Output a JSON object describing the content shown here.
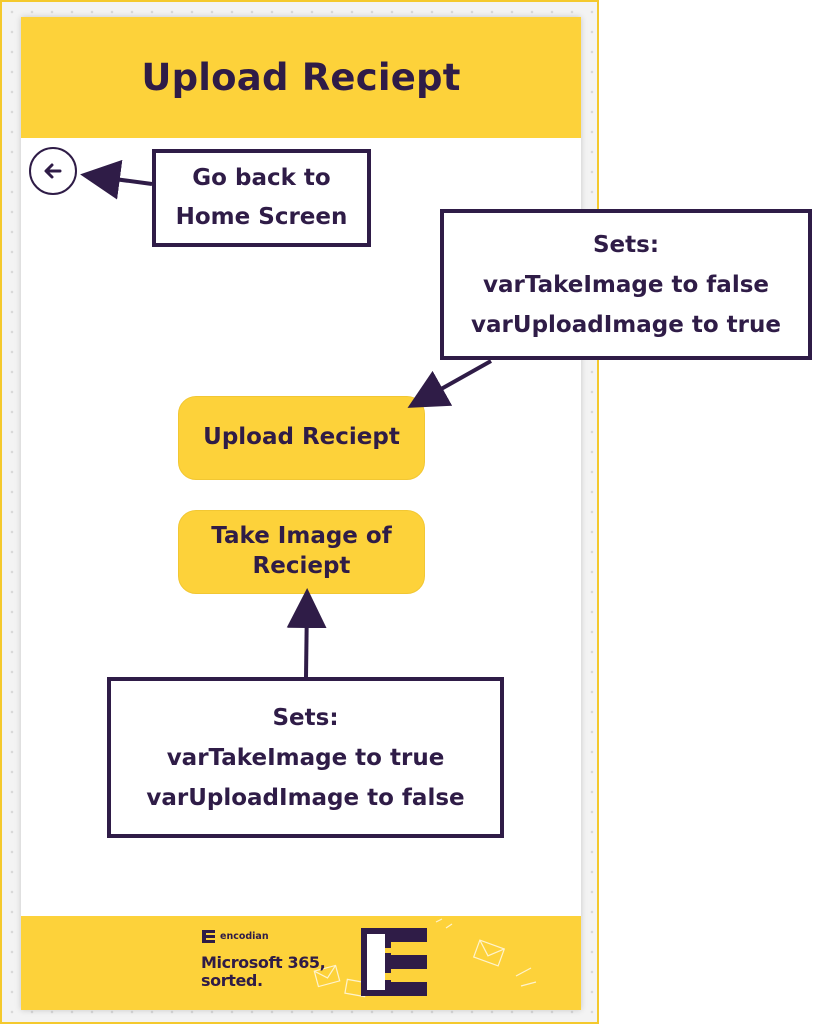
{
  "app": {
    "screen_title": "Upload Reciept"
  },
  "buttons": {
    "upload_label": "Upload Reciept",
    "take_image_label": "Take Image of Reciept"
  },
  "annotations": {
    "back": [
      "Go back to",
      "Home Screen"
    ],
    "upload": [
      "Sets:",
      "varTakeImage to false",
      "varUploadImage to true"
    ],
    "take": [
      "Sets:",
      "varTakeImage to true",
      "varUploadImage to false"
    ]
  },
  "footer": {
    "brand": "encodian",
    "tagline_line1": "Microsoft 365,",
    "tagline_line2": "sorted."
  },
  "icons": {
    "back": "arrow-left-circle-icon",
    "logo": "encodian-logo"
  },
  "colors": {
    "accent_yellow": "#fdd23a",
    "ink_purple": "#2f1c47",
    "canvas_border": "#f4c92d"
  }
}
